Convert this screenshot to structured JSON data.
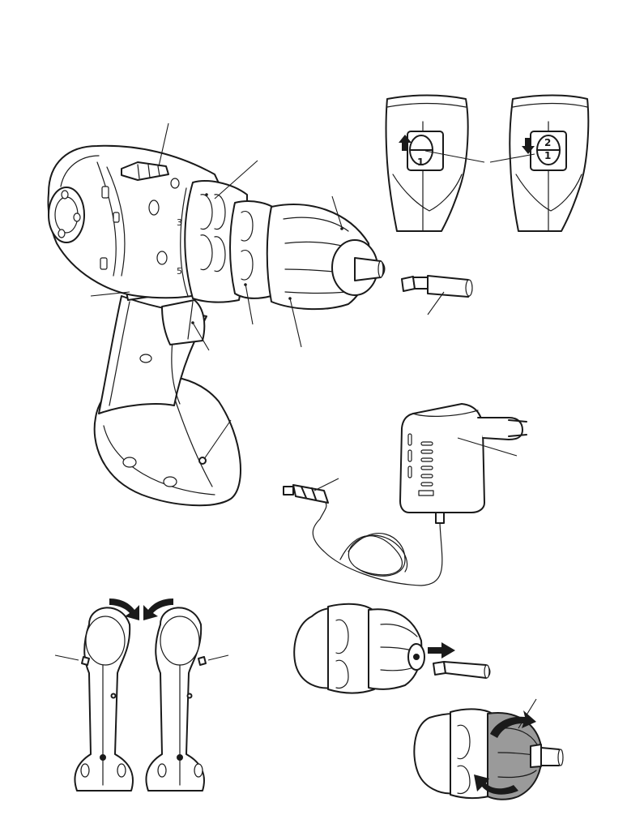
{
  "torque_dial": {
    "numbers": [
      "3",
      "5"
    ]
  },
  "gear_selector": {
    "left_number": "1",
    "right_top_number": "2",
    "right_bottom_number": "1"
  },
  "icons": {
    "drill": "cordless-drill-icon",
    "charger": "plug-in-charger-icon",
    "connector": "barrel-connector-icon",
    "bit": "screwdriver-bit-icon",
    "arrow": "direction-arrow-icon"
  },
  "colors": {
    "ink": "#1a1a1a",
    "paper": "#ffffff",
    "shade": "#9a9a9a"
  }
}
